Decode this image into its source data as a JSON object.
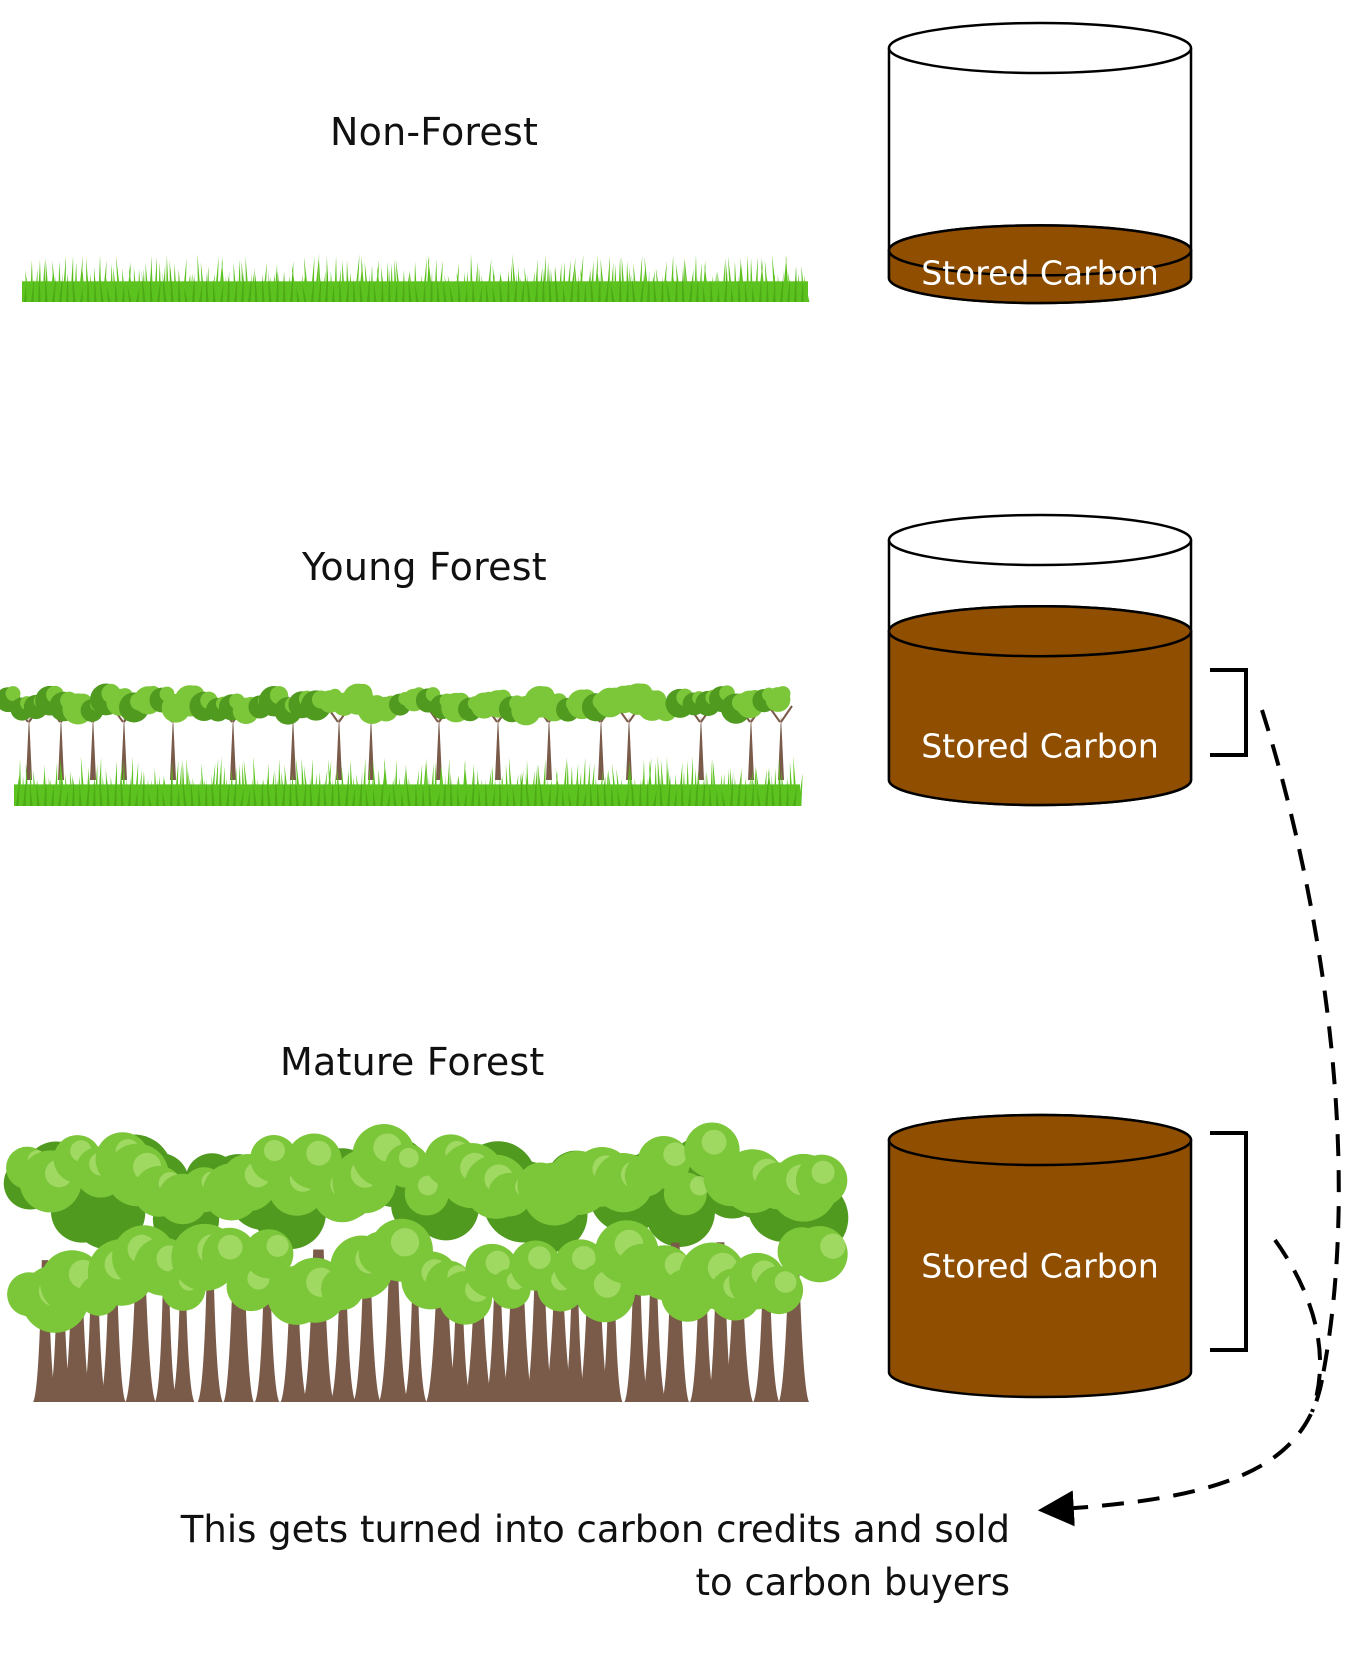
{
  "rows": [
    {
      "label": "Non-Forest",
      "cylinder_label": "Stored Carbon",
      "fill_fraction": 0.12
    },
    {
      "label": "Young Forest",
      "cylinder_label": "Stored Carbon",
      "fill_fraction": 0.62
    },
    {
      "label": "Mature Forest",
      "cylinder_label": "Stored Carbon",
      "fill_fraction": 1.0
    }
  ],
  "caption": {
    "line1": "This gets turned into carbon credits and sold",
    "line2": "to carbon buyers"
  },
  "colors": {
    "carbon": "#8f4e00",
    "grass": "#5cc21f",
    "grass_dark": "#3f9a0f",
    "canopy": "#7cc63a",
    "canopy_dark": "#4f9a1f",
    "trunk": "#7a5a49"
  }
}
